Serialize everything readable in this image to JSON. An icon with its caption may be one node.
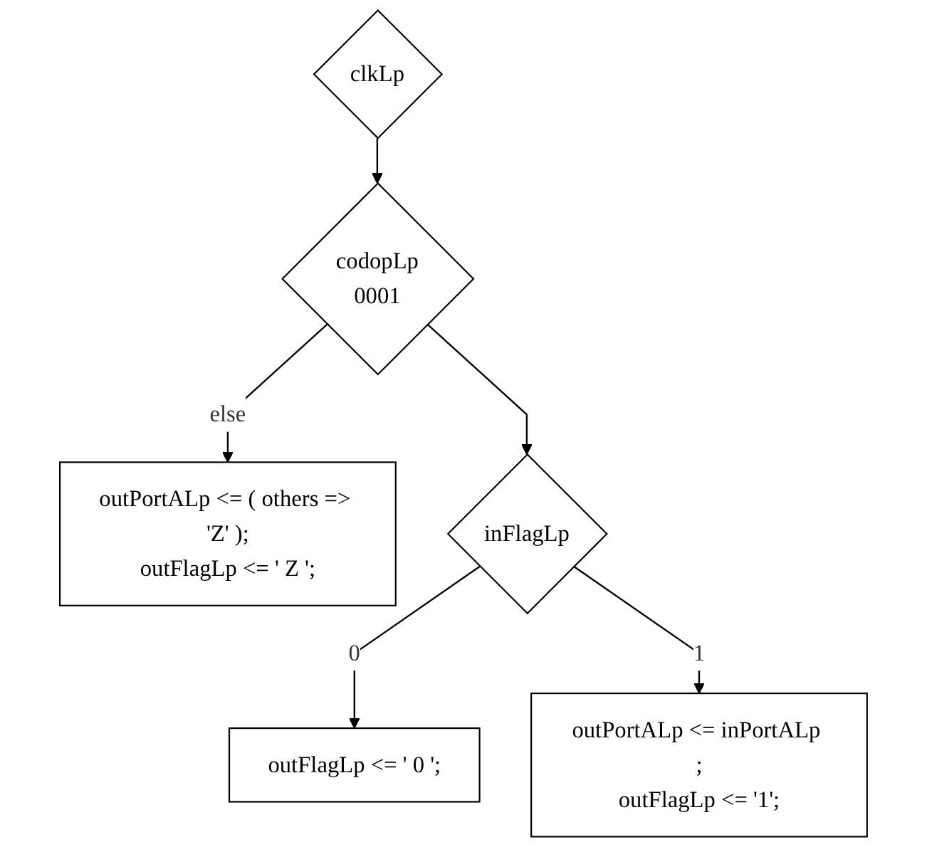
{
  "diagram": {
    "nodes": [
      {
        "text": [
          "clkLp"
        ]
      },
      {
        "text": [
          "codopLp",
          "0001"
        ]
      },
      {
        "text": [
          "outPortALp <= ( others => 'Z' );",
          "outFlagLp <= ' Z ';"
        ]
      },
      {
        "text": [
          "inFlagLp"
        ]
      },
      {
        "text": [
          "outFlagLp <= ' 0 ';"
        ]
      },
      {
        "text": [
          "outPortALp <= inPortALp ;",
          "outFlagLp <= '1';"
        ]
      }
    ],
    "edges": [
      {
        "from": 0,
        "to": 1,
        "arrow": "to"
      },
      {
        "from": 1,
        "to": 2,
        "arrow": "to",
        "label": "else"
      },
      {
        "from": 1,
        "to": 3,
        "arrow": "to"
      },
      {
        "from": 3,
        "to": 4,
        "arrow": "to",
        "label": "0"
      },
      {
        "from": 3,
        "to": 5,
        "arrow": "to",
        "label": "1"
      }
    ]
  }
}
